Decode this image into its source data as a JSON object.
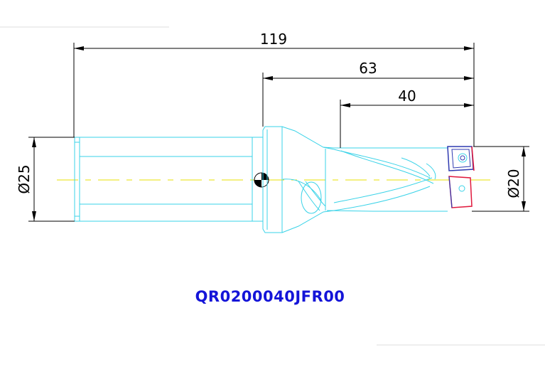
{
  "dimensions": {
    "overall_length": "119",
    "body_length": "63",
    "depth_40": "40",
    "shank_diameter": "Ø25",
    "drill_diameter": "Ø20"
  },
  "part_number": "QR0200040JFR00",
  "colors": {
    "outline": "#3ad3e8",
    "centerline": "#e8e000",
    "dimension": "#000000",
    "part_number": "#1414d8",
    "insert_blue": "#2f3ab0",
    "insert_red": "#e0183c"
  }
}
